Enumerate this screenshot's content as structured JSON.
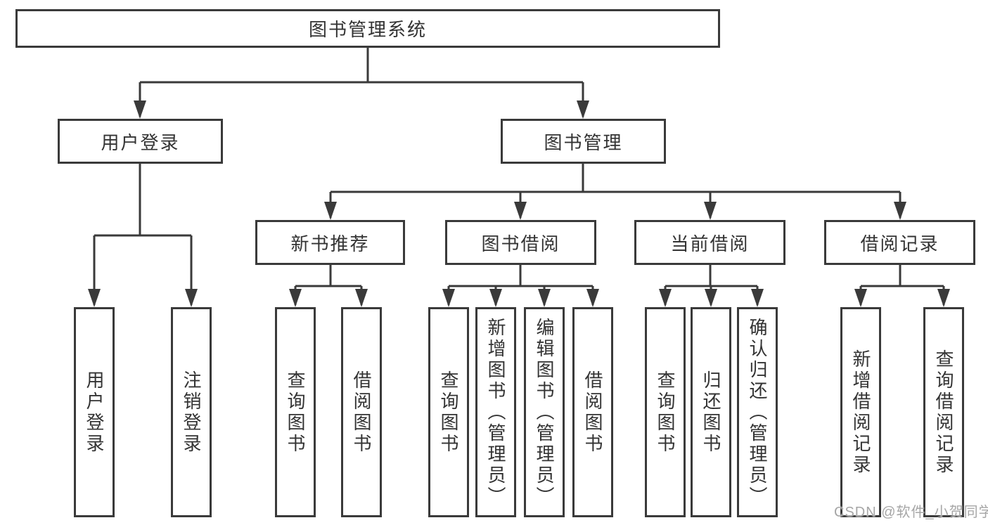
{
  "colors": {
    "line": "#3a3a3a",
    "box_border": "#3a3a3a",
    "box_fill": "#ffffff",
    "text": "#333333",
    "watermark": "#a6a6a6",
    "background": "#ffffff"
  },
  "watermark": {
    "text": "CSDN @软件_小贺同学"
  },
  "diagram": {
    "type": "tree",
    "root": {
      "label": "图书管理系统"
    },
    "level2": [
      {
        "label": "用户登录",
        "parent": "图书管理系统"
      },
      {
        "label": "图书管理",
        "parent": "图书管理系统"
      }
    ],
    "level3": [
      {
        "label": "新书推荐",
        "parent": "图书管理"
      },
      {
        "label": "图书借阅",
        "parent": "图书管理"
      },
      {
        "label": "当前借阅",
        "parent": "图书管理"
      },
      {
        "label": "借阅记录",
        "parent": "图书管理"
      }
    ],
    "leaves": [
      {
        "label": "用户登录",
        "parent": "用户登录"
      },
      {
        "label": "注销登录",
        "parent": "用户登录"
      },
      {
        "label": "查询图书",
        "parent": "新书推荐"
      },
      {
        "label": "借阅图书",
        "parent": "新书推荐"
      },
      {
        "label": "查询图书",
        "parent": "图书借阅"
      },
      {
        "label": "新增图书（管理员）",
        "parent": "图书借阅"
      },
      {
        "label": "编辑图书（管理员）",
        "parent": "图书借阅"
      },
      {
        "label": "借阅图书",
        "parent": "图书借阅"
      },
      {
        "label": "查询图书",
        "parent": "当前借阅"
      },
      {
        "label": "归还图书",
        "parent": "当前借阅"
      },
      {
        "label": "确认归还（管理员）",
        "parent": "当前借阅"
      },
      {
        "label": "新增借阅记录",
        "parent": "借阅记录"
      },
      {
        "label": "查询借阅记录",
        "parent": "借阅记录"
      }
    ]
  }
}
